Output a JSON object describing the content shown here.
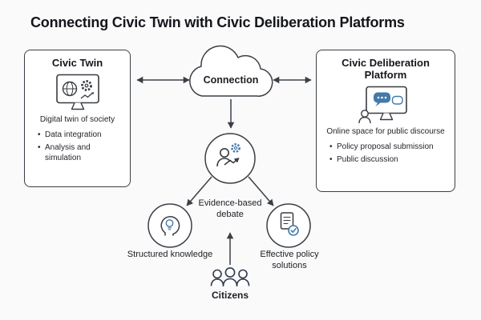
{
  "title": "Connecting Civic Twin with Civic Deliberation Platforms",
  "nodes": {
    "civic_twin": {
      "title": "Civic Twin",
      "subtitle": "Digital twin of society",
      "bullets": [
        "Data integration",
        "Analysis and simulation"
      ]
    },
    "connection": {
      "label": "Connection"
    },
    "civic_deliberation": {
      "title": "Civic Deliberation Platform",
      "subtitle": "Online space for public discourse",
      "bullets": [
        "Policy proposal submission",
        "Public discussion"
      ]
    },
    "evidence_debate": {
      "label": "Evidence-based debate"
    },
    "structured_knowledge": {
      "label": "Structured knowledge"
    },
    "effective_policy": {
      "label": "Effective policy solutions"
    },
    "citizens": {
      "label": "Citizens"
    }
  },
  "icons": {
    "civic_twin": "monitor-globe-gear-icon",
    "civic_deliberation": "monitor-chat-person-icon",
    "connection": "cloud-icon",
    "evidence_debate": "person-gear-trend-icon",
    "structured_knowledge": "head-lightbulb-icon",
    "effective_policy": "document-check-icon",
    "citizens": "three-people-icon"
  },
  "colors": {
    "background": "#fafafa",
    "node_fill": "#ffffff",
    "stroke_dark": "#3a3f46",
    "accent_blue": "#4479a8",
    "text": "#16181d"
  }
}
